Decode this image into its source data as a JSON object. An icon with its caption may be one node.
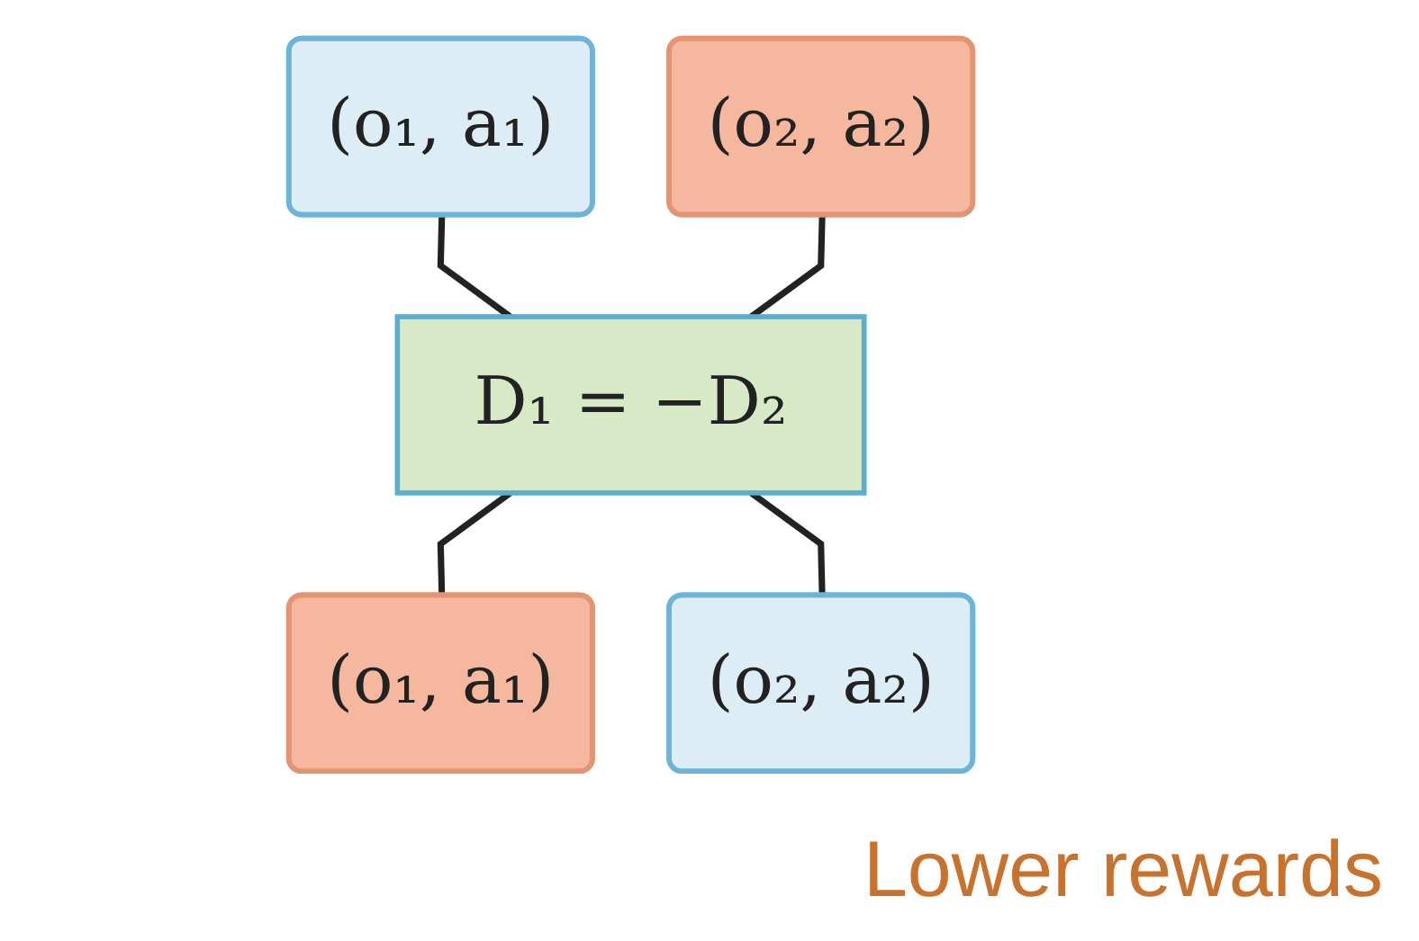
{
  "diagram": {
    "nodes": [
      {
        "text": [
          "(o₁, a₁)"
        ]
      },
      {
        "text": [
          "(o₂, a₂)"
        ]
      },
      {
        "text": [
          "D₁ = −D₂"
        ]
      },
      {
        "text": [
          "(o₁, a₁)"
        ]
      },
      {
        "text": [
          "(o₂, a₂)"
        ]
      }
    ],
    "edges": [
      {
        "from": 0,
        "to": 2,
        "arrow": "none"
      },
      {
        "from": 1,
        "to": 2,
        "arrow": "none"
      },
      {
        "from": 2,
        "to": 3,
        "arrow": "none"
      },
      {
        "from": 2,
        "to": 4,
        "arrow": "none"
      }
    ],
    "labels": [
      "Lower rewards"
    ]
  }
}
